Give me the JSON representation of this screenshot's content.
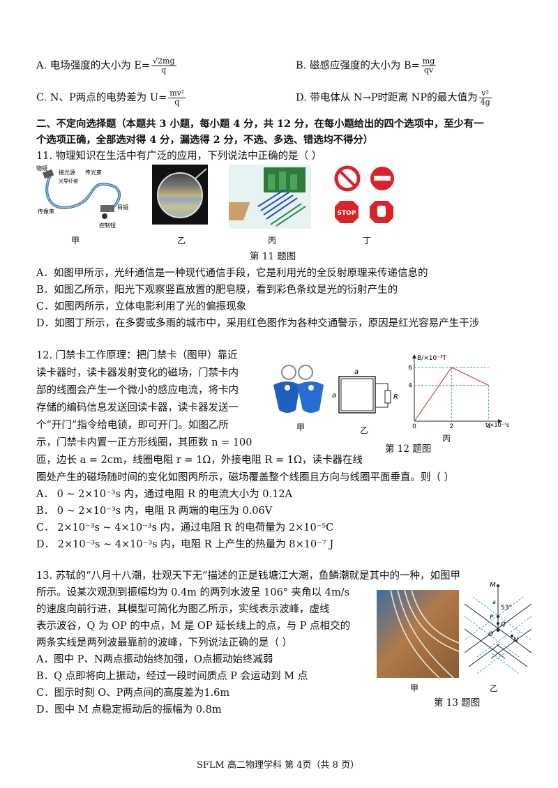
{
  "options_q10": {
    "a_pre": "A. 电场强度的大小为 E=",
    "a_num": "√2mg",
    "a_den": "q",
    "b_pre": "B. 磁感应强度的大小为 B=",
    "b_num": "mg",
    "b_den": "qv",
    "c_pre": "C. N、P两点的电势差为 U=",
    "c_num": "mv²",
    "c_den": "q",
    "d_pre": "D. 带电体从 N→P时距离 NP的最大值为",
    "d_num": "v²",
    "d_den": "4g"
  },
  "section2": {
    "line1": "二、不定向选择题（本题共 3 小题，每小题 4 分，共 12 分，在每小题给出的四个选项中，至少有一",
    "line2": "个选项正确，全部选对得 4 分，漏选得 2 分，不选、多选、错选均不得分）"
  },
  "q11": {
    "stem": "11.  物理知识在生活中有广泛的应用，下列说法中正确的是（            ）",
    "labels": [
      "甲",
      "乙",
      "丙",
      "丁"
    ],
    "fig_a_labels": [
      "物镜",
      "接光源",
      "传光束",
      "光导纤维",
      "传像束",
      "目镜",
      "控制钮"
    ],
    "sign_text": "STOP",
    "caption": "第 11 题图",
    "options": [
      "A．如图甲所示，光纤通信是一种现代通信手段，它是利用光的全反射原理来传递信息的",
      "B．如图乙所示，阳光下观察竖直放置的肥皂膜，看到彩色条纹是光的衍射产生的",
      "C．如图丙所示，立体电影利用了光的偏振现象",
      "D．如图丁所示，在多雾或多雨的城市中，采用红色图作为各种交通警示，原因是红光容易产生干涉"
    ]
  },
  "q12": {
    "lines": [
      "12.  门禁卡工作原理：把门禁卡（图甲）靠近",
      "读卡器时，读卡器发射变化的磁场，门禁卡内",
      "部的线圈会产生一个微小的感应电流，将卡内",
      "存储的编码信息发送回读卡器，读卡器发送一",
      "个“开门”指令给电锁，即可开门。如图乙所",
      "示，门禁卡内置一正方形线圈，其匝数 n = 100",
      "匝，边长 a = 2cm，线圈电阻 r = 1Ω，外接电阻 R = 1Ω，读卡器在线",
      "圈处产生的磁场随时间的变化如图丙所示，磁场覆盖整个线圈且方向与线圈平面垂直。则（           ）"
    ],
    "options": [
      "A．  0 ~ 2×10⁻³s 内，通过电阻 R 的电流大小为 0.12A",
      "B．  0 ~ 2×10⁻³s 内，电阻 R 两端的电压为 0.06V",
      "C．  2×10⁻³s ~ 4×10⁻³s 内，通过电阻 R 的电荷量为 2×10⁻⁵C",
      "D．  2×10⁻³s ~ 4×10⁻³s 内，电阻 R 上产生的热量为 8×10⁻⁷ J"
    ],
    "fig_labels": {
      "jia": "甲",
      "yi": "乙",
      "bing": "丙",
      "a": "a",
      "R": "R"
    },
    "graph": {
      "ylabel": "B/×10⁻³T",
      "xlabel": "t/×10⁻³s",
      "yticks": [
        "6",
        "4"
      ],
      "xticks": [
        "0",
        "2",
        "4"
      ]
    },
    "caption": "第 12 题图"
  },
  "chart_data": {
    "type": "line",
    "x": [
      0,
      2,
      4
    ],
    "y": [
      0,
      6,
      4
    ],
    "xlabel": "t/×10⁻³s",
    "ylabel": "B/×10⁻³T",
    "xlim": [
      0,
      4.5
    ],
    "ylim": [
      0,
      7
    ],
    "grid": false
  },
  "q13": {
    "lines": [
      "13.  苏轼的“八月十八潮，壮观天下无”描述的正是钱塘江大潮，鱼鳞潮就是其中的一种，如图甲",
      "所示。设某次观测到振幅均为 0.4m 的两列水波呈 106° 夹角以 4m/s",
      "的速度向前行进，其模型可简化为图乙所示，实线表示波峰，虚线",
      "表示波谷，Q 为 OP 的中点，M 是 OP 延长线上的点，与 P 点相交的",
      "两条实线是两列波最靠前的波峰，下列说法正确的是（       ）"
    ],
    "options": [
      "A．图中 P、N两点振动始终加强，O点振动始终减弱",
      "B．Q 点即将向上振动，经过一段时间质点 P 会运动到 M 点",
      "C．图示时刻 O、P两点间的高度差为1.6m",
      "D．图中 M 点稳定振动后的振幅为 0.8m"
    ],
    "fig_labels": {
      "M": "M",
      "a": "a",
      "angle": "53°",
      "P": "P",
      "Q": "Q",
      "O": "O",
      "N": "N",
      "jia": "甲",
      "yi": "乙"
    },
    "caption": "第 13 题图"
  },
  "footer": "SFLM 高二物理学科    第 4页（共 8 页）",
  "colors": {
    "stop_red": "#d8232a",
    "wave_dash": "#2fb3d9",
    "graph_line": "#d9534f",
    "graph_dash": "#3aa0d8",
    "card_blue": "#1f5fbf"
  }
}
